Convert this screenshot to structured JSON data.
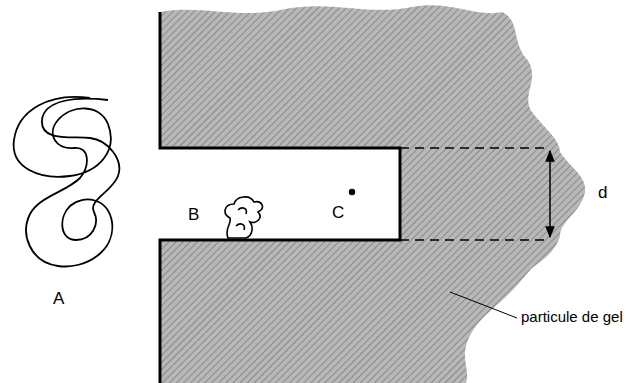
{
  "diagram": {
    "labels": [
      "A",
      "B",
      "C",
      "d",
      "particule de gel"
    ]
  }
}
